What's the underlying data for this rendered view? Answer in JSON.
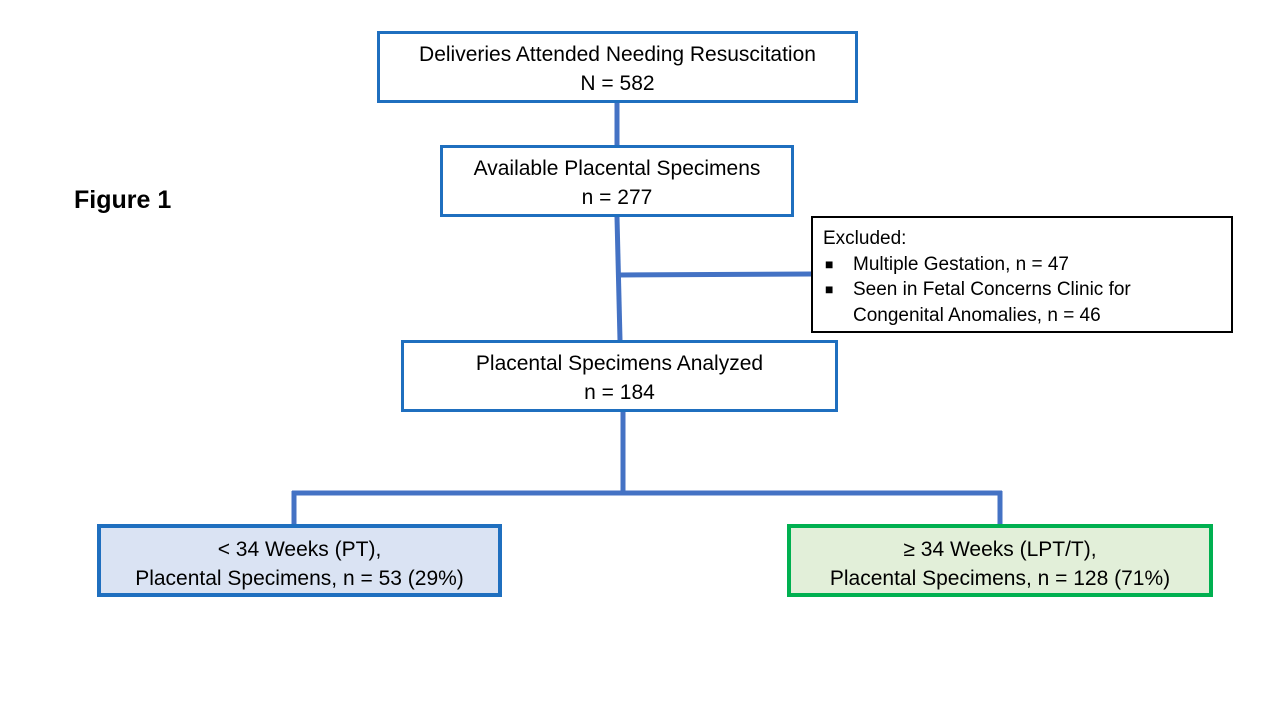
{
  "figure_label": "Figure 1",
  "colors": {
    "connector": "#4472c4",
    "box_border_blue": "#1f6fbf",
    "box_border_green": "#00b050",
    "pt_fill": "#dae3f3",
    "lpt_fill": "#e2efd9",
    "excluded_border": "#000000"
  },
  "nodes": {
    "deliveries": {
      "line1": "Deliveries Attended Needing Resuscitation",
      "line2": "N = 582"
    },
    "available": {
      "line1": "Available Placental Specimens",
      "line2": "n = 277"
    },
    "excluded": {
      "heading": "Excluded:",
      "bullet_icon": "square-bullet-icon",
      "items": [
        {
          "line1": "Multiple Gestation, n = 47",
          "line2": ""
        },
        {
          "line1": "Seen in Fetal Concerns Clinic for",
          "line2": "Congenital Anomalies, n = 46"
        }
      ]
    },
    "analyzed": {
      "line1": "Placental Specimens Analyzed",
      "line2": "n = 184"
    },
    "pt": {
      "line1": "< 34 Weeks (PT),",
      "line2": "Placental Specimens, n = 53 (29%)"
    },
    "lpt": {
      "line1": "≥ 34 Weeks (LPT/T),",
      "line2": "Placental Specimens, n = 128 (71%)"
    }
  }
}
